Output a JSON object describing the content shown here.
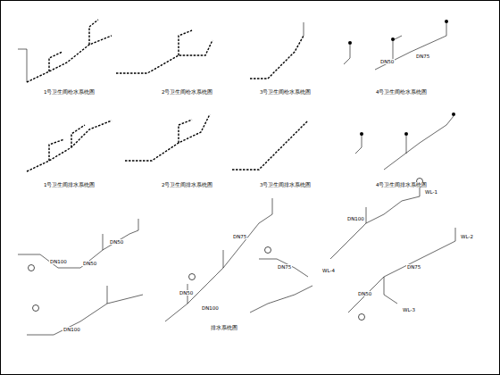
{
  "diagram": {
    "labels": [
      "1号卫生间给水系统图",
      "2号卫生间给水系统图",
      "3号卫生间给水系统图",
      "4号卫生间给水系统图",
      "1号卫生间排水系统图",
      "2号卫生间排水系统图",
      "3号卫生间排水系统图",
      "4号卫生间排水系统图",
      "排水系统图",
      "DN50",
      "DN75",
      "DN100",
      "DN50",
      "DN50",
      "DN100",
      "DN75",
      "DN50",
      "DN100",
      "DN75",
      "DN100",
      "DN50",
      "DN75",
      "WL-1",
      "WL-2",
      "WL-3",
      "WL-4"
    ]
  }
}
